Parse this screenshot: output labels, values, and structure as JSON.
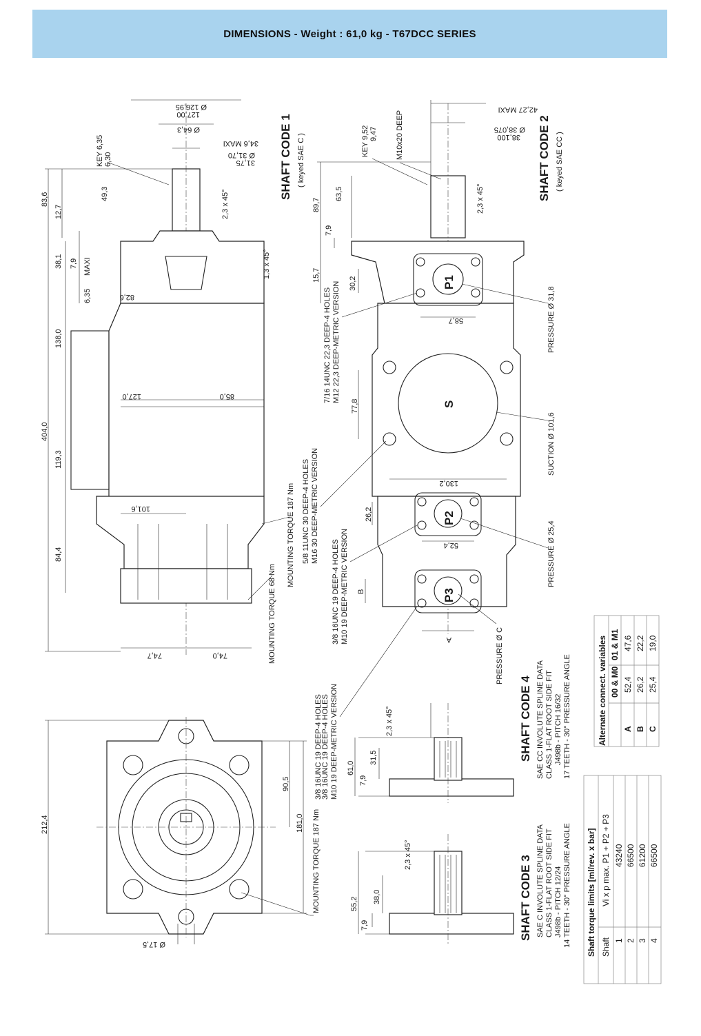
{
  "header": {
    "title": "DIMENSIONS - Weight : 61,0 kg - T67DCC SERIES"
  },
  "side_view": {
    "dims_left": [
      "83,6",
      "12,7",
      "38,1",
      "7,9",
      "MAXI",
      "6,35",
      "138,0",
      "404,0",
      "119,3",
      "84,4"
    ],
    "dims_inner": [
      "49,3",
      "82,6",
      "127,0",
      "85,0",
      "101,6",
      "74,7",
      "74,0"
    ],
    "dims_top": [
      "Ø 126,95",
      "127,00",
      "Ø 64,3",
      "34,6 MAXI",
      "Ø 31,70",
      "31,75",
      "2,3 x 45°",
      "1,3 x 45°"
    ],
    "key": [
      "KEY 6,35",
      "6,30"
    ],
    "mounting_torque_68": "MOUNTING TORQUE 68 Nm",
    "mounting_torque_187": "MOUNTING TORQUE 187 Nm"
  },
  "shaft_code_1": {
    "title": "SHAFT CODE 1",
    "subtitle": "( keyed SAE C )"
  },
  "shaft_code_2": {
    "title": "SHAFT CODE 2",
    "subtitle": "( keyed SAE CC )",
    "dims": [
      "42,27 MAXI",
      "Ø 38,075",
      "38,100",
      "KEY 9,52",
      "9,47",
      "M10x20 DEEP",
      "89,7",
      "63,5",
      "2,3 x 45°",
      "7,9",
      "15,7",
      "30,2"
    ]
  },
  "ports": {
    "p1": "P1",
    "s": "S",
    "p2": "P2",
    "p3": "P3",
    "p1_dims": [
      "58,7"
    ],
    "s_dims": [
      "77,8",
      "130,2"
    ],
    "p2_dims": [
      "26,2",
      "52,4"
    ],
    "p3_dims": [
      "B",
      "A"
    ],
    "p1_label": "PRESSURE  Ø 31,8",
    "s_label": "SUCTION  Ø 101,6",
    "p2_label": "PRESSURE  Ø 25,4",
    "p3_label": "PRESSURE Ø C"
  },
  "holes": {
    "p1": [
      "7/16 14UNC 22,3 DEEP-4 HOLES",
      "M12 22,3 DEEP-METRIC VERSION"
    ],
    "s": [
      "5/8 11UNC 30 DEEP-4 HOLES",
      "M16 30 DEEP-METRIC VERSION"
    ],
    "p2": [
      "3/8 16UNC 19 DEEP-4 HOLES",
      "M10 19 DEEP-METRIC VERSION"
    ],
    "p3": [
      "3/8 16UNC 19 DEEP-4 HOLES",
      "M10 19 DEEP-METRIC VERSION"
    ],
    "front": [
      "3/8 16UNC 19 DEEP-4 HOLES",
      "M10 19 DEEP-METRIC VERSION"
    ]
  },
  "front_view": {
    "dims": [
      "212,4",
      "90,5",
      "181,0",
      "Ø 17,5"
    ],
    "mounting_torque": "MOUNTING TORQUE 187 Nm"
  },
  "shaft_code_3": {
    "title": "SHAFT CODE 3",
    "lines": [
      "SAE C INVOLUTE SPLINE DATA",
      "CLASS 1-FLAT ROOT SIDE FIT",
      "J498b - PITCH 12/24",
      "14 TEETH - 30° PRESSURE ANGLE"
    ],
    "dims": [
      "55,2",
      "7,9",
      "38,0",
      "2,3 x 45°"
    ]
  },
  "shaft_code_4": {
    "title": "SHAFT  CODE 4",
    "lines": [
      "SAE CC INVOLUTE SPLINE DATA",
      "CLASS 1-FLAT ROOT SIDE FIT",
      "J498b - PITCH 16/32",
      "17 TEETH - 30° PRESSURE ANGLE"
    ],
    "dims": [
      "61,0",
      "7,9",
      "31,5",
      "2,3 x 45°"
    ]
  },
  "torque_table": {
    "title": "Shaft torque limits [ml/rev. x bar]",
    "headers": [
      "Shaft",
      "Vi x p max. P1 + P2 + P3"
    ],
    "rows": [
      [
        "1",
        "43240"
      ],
      [
        "2",
        "66500"
      ],
      [
        "3",
        "61200"
      ],
      [
        "4",
        "66500"
      ]
    ]
  },
  "alt_table": {
    "title": "Alternate connect. variables",
    "headers": [
      "",
      "00 & M0",
      "01 & M1"
    ],
    "rows": [
      [
        "A",
        "52,4",
        "47,6"
      ],
      [
        "B",
        "26,2",
        "22,2"
      ],
      [
        "C",
        "25,4",
        "19,0"
      ]
    ]
  }
}
